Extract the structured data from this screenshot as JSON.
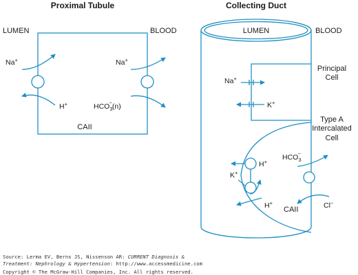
{
  "proximal": {
    "title": "Proximal Tubule",
    "lumen": "LUMEN",
    "blood": "BLOOD",
    "enzyme": "CAII",
    "left_pump": {
      "in_ion": "Na",
      "in_charge": "+",
      "out_ion": "H",
      "out_charge": "+"
    },
    "right_pump": {
      "in_ion": "Na",
      "in_charge": "+",
      "out_ion": "HCO",
      "out_sub": "3",
      "out_sup": "−",
      "out_suffix": "(n)"
    }
  },
  "collecting": {
    "title": "Collecting Duct",
    "lumen": "LUMEN",
    "blood": "BLOOD",
    "principal_cell": [
      "Principal",
      "Cell"
    ],
    "intercalated_cell": [
      "Type A",
      "Intercalated",
      "Cell"
    ],
    "principal_channels": {
      "na_ion": "Na",
      "na_charge": "+",
      "k_ion": "K",
      "k_charge": "+"
    },
    "intercalated": {
      "h_top": "H",
      "h_top_charge": "+",
      "k_ion": "K",
      "k_charge": "+",
      "h_bottom": "H",
      "h_bottom_charge": "+",
      "hco_ion": "HCO",
      "hco_sub": "3",
      "hco_sup": "−",
      "cl_ion": "Cl",
      "cl_charge": "−",
      "enzyme": "CAII"
    }
  },
  "source": {
    "line1_prefix": "Source: Lerma EV, Berns JS, Nissenson AR: ",
    "line1_italic": "CURRENT Diagnosis &",
    "line2_italic": "Treatment: Nephrology & Hypertension",
    "line2_suffix": ": http://www.accessmedicine.com",
    "copyright": "Copyright © The McGraw-Hill Companies, Inc. All rights reserved."
  },
  "colors": {
    "accent": "#1f8fc4",
    "text": "#1a1a1a"
  }
}
